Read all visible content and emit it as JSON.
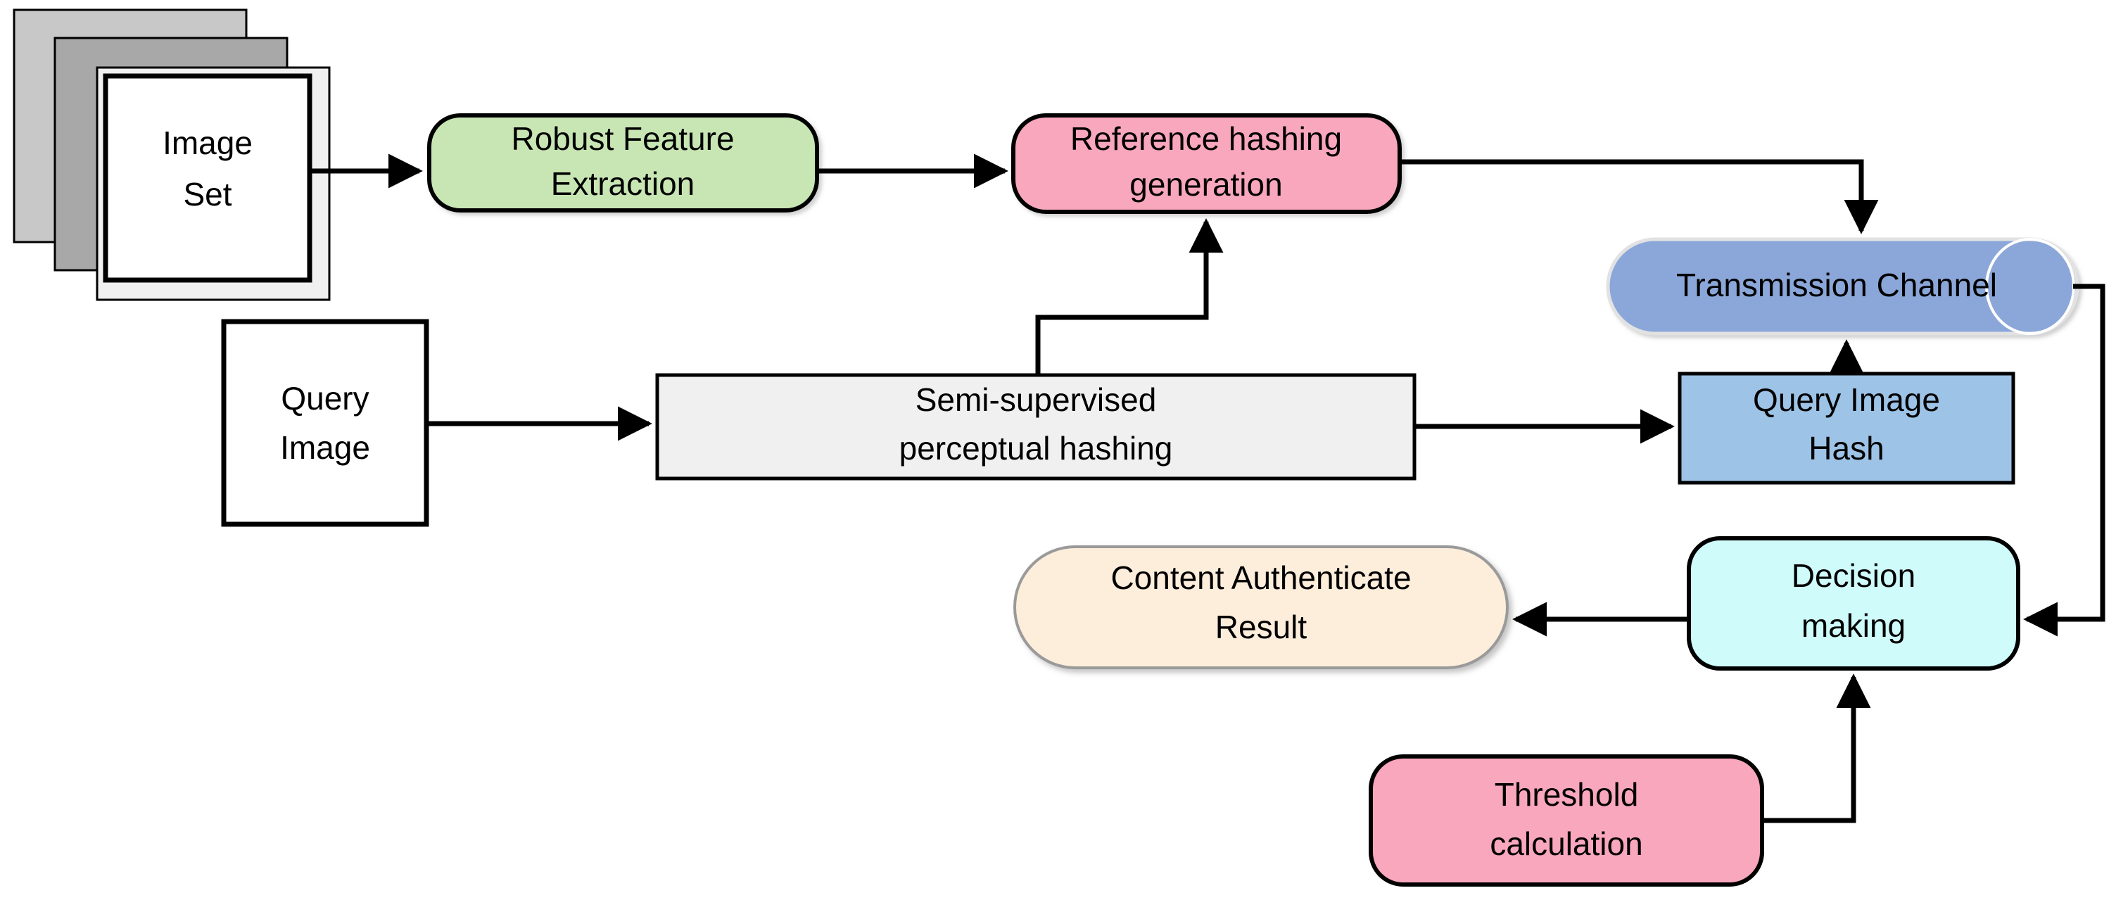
{
  "diagram": {
    "title": "Semi-supervised perceptual image hashing authentication pipeline",
    "background_color": "#ffffff",
    "line_color": "#000000",
    "nodes": {
      "image_set": {
        "label_line1": "Image",
        "label_line2": "Set",
        "shape": "stacked-rectangles",
        "fill": "#ffffff",
        "stroke": "#000000",
        "stack_fills": [
          "#c8c8c8",
          "#a8a8a8",
          "#f0f0f0",
          "#ffffff"
        ]
      },
      "robust_feature_extraction": {
        "label_line1": "Robust Feature",
        "label_line2": "Extraction",
        "shape": "rounded-rectangle",
        "fill": "#c8e6b4",
        "stroke": "#000000"
      },
      "reference_hashing_generation": {
        "label_line1": "Reference hashing",
        "label_line2": "generation",
        "shape": "rounded-rectangle",
        "fill": "#f9a7bd",
        "stroke": "#000000"
      },
      "query_image": {
        "label_line1": "Query",
        "label_line2": "Image",
        "shape": "rectangle",
        "fill": "#ffffff",
        "stroke": "#000000"
      },
      "semi_supervised_perceptual_hashing": {
        "label_line1": "Semi-supervised",
        "label_line2": "perceptual hashing",
        "shape": "rectangle",
        "fill": "#f0f0f0",
        "stroke": "#000000"
      },
      "transmission_channel": {
        "label_line1": "Transmission Channel",
        "label_line2": "",
        "shape": "cylinder",
        "fill": "#8ba7d9",
        "stroke": "#d0d0d0"
      },
      "query_image_hash": {
        "label_line1": "Query Image",
        "label_line2": "Hash",
        "shape": "rectangle",
        "fill": "#9dc3e6",
        "stroke": "#000000"
      },
      "decision_making": {
        "label_line1": "Decision",
        "label_line2": "making",
        "shape": "rounded-rectangle",
        "fill": "#cffbfb",
        "stroke": "#000000"
      },
      "content_authenticate_result": {
        "label_line1": "Content Authenticate",
        "label_line2": "Result",
        "shape": "pill",
        "fill": "#fdeedb",
        "stroke": "#9a9a9a"
      },
      "threshold_calculation": {
        "label_line1": "Threshold",
        "label_line2": "calculation",
        "shape": "rounded-rectangle",
        "fill": "#f9a7bd",
        "stroke": "#000000"
      }
    },
    "edges": [
      {
        "name": "image-set-to-robust-feature-extraction",
        "from": "image_set",
        "to": "robust_feature_extraction",
        "style": "straight-arrow"
      },
      {
        "name": "robust-feature-extraction-to-reference-hashing",
        "from": "robust_feature_extraction",
        "to": "reference_hashing_generation",
        "style": "straight-arrow"
      },
      {
        "name": "reference-hashing-to-transmission-channel",
        "from": "reference_hashing_generation",
        "to": "transmission_channel",
        "style": "elbow-arrow"
      },
      {
        "name": "query-image-to-semi-supervised-hashing",
        "from": "query_image",
        "to": "semi_supervised_perceptual_hashing",
        "style": "straight-arrow"
      },
      {
        "name": "semi-supervised-hashing-to-reference-hashing",
        "from": "semi_supervised_perceptual_hashing",
        "to": "reference_hashing_generation",
        "style": "elbow-arrow"
      },
      {
        "name": "semi-supervised-hashing-to-query-image-hash",
        "from": "semi_supervised_perceptual_hashing",
        "to": "query_image_hash",
        "style": "straight-arrow"
      },
      {
        "name": "query-image-hash-to-transmission-channel",
        "from": "query_image_hash",
        "to": "transmission_channel",
        "style": "straight-arrow"
      },
      {
        "name": "transmission-channel-to-decision-making",
        "from": "transmission_channel",
        "to": "decision_making",
        "style": "elbow-arrow"
      },
      {
        "name": "decision-making-to-content-authenticate-result",
        "from": "decision_making",
        "to": "content_authenticate_result",
        "style": "straight-arrow"
      },
      {
        "name": "threshold-calculation-to-decision-making",
        "from": "threshold_calculation",
        "to": "decision_making",
        "style": "elbow-arrow"
      }
    ]
  }
}
